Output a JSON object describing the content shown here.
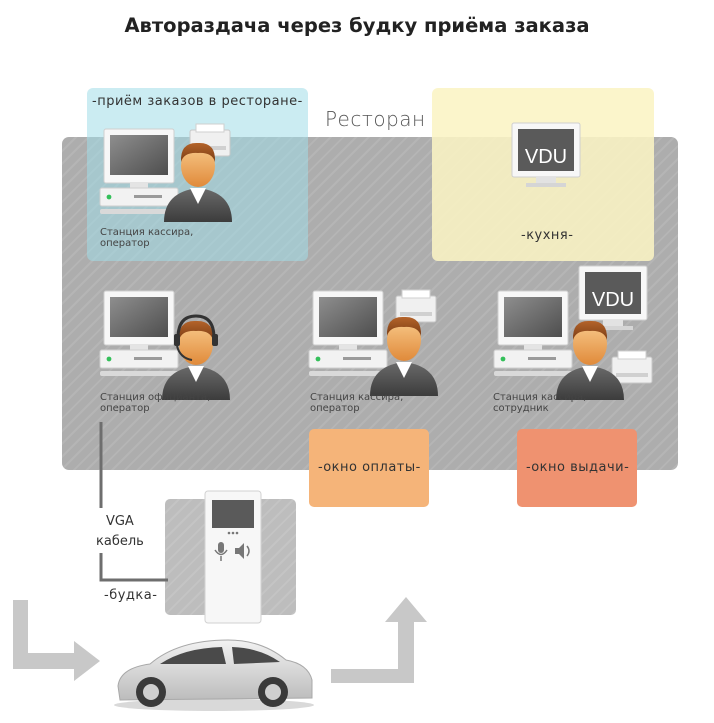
{
  "title": "Автораздача через  будку приёма заказа",
  "zones": {
    "restaurant": "Ресторан",
    "order_taking": "-приём заказов в ресторане-",
    "kitchen": "-кухня-",
    "payment_window": "-окно оплаты-",
    "pickup_window": "-окно выдачи-"
  },
  "stations": {
    "cashier_operator_1": {
      "line1": "Станция кассира,",
      "line2": "оператор"
    },
    "waiter_operator": {
      "line1": "Станция официанта,",
      "line2": "оператор"
    },
    "cashier_operator_2": {
      "line1": "Станция кассира,",
      "line2": "оператор"
    },
    "cashier_employee": {
      "line1": "Станция кассира,",
      "line2": "сотрудник"
    }
  },
  "vdu_label": "VDU",
  "cable": {
    "line1": "VGA",
    "line2": "кабель"
  },
  "booth_label": "-будка-",
  "colors": {
    "restaurant_zone": "#adadad",
    "order_zone": "#a0dce8",
    "kitchen_zone": "#faf4c4",
    "payment_window": "#f5b479",
    "pickup_window": "#ef9270",
    "arrows": "#c8c8c8"
  },
  "icons": [
    "computer-icon",
    "operator-icon",
    "headset-operator-icon",
    "printer-icon",
    "vdu-monitor-icon",
    "kiosk-icon",
    "microphone-icon",
    "speaker-icon",
    "car-icon",
    "arrow-right-icon",
    "arrow-up-icon"
  ]
}
